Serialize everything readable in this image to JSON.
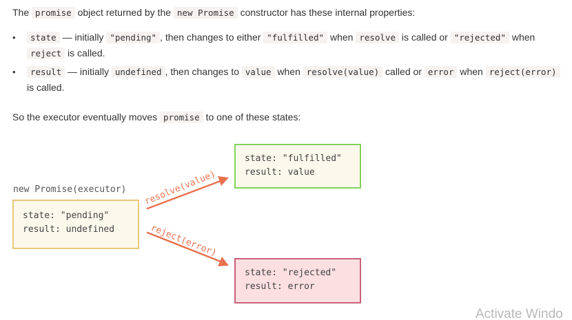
{
  "intro": {
    "t1": "The ",
    "c1": "promise",
    "t2": " object returned by the ",
    "c2": "new Promise",
    "t3": " constructor has these internal properties:"
  },
  "bullets": [
    {
      "c1": "state",
      "t1": " — initially ",
      "c2": "\"pending\"",
      "t2": ", then changes to either ",
      "c3": "\"fulfilled\"",
      "t3": " when ",
      "c4": "resolve",
      "t4": " is called or ",
      "c5": "\"rejected\"",
      "t5": " when ",
      "c6": "reject",
      "t6": " is called."
    },
    {
      "c1": "result",
      "t1": " — initially ",
      "c2": "undefined",
      "t2": ", then changes to ",
      "c3": "value",
      "t3": " when ",
      "c4": "resolve(value)",
      "t4": " called or ",
      "c5": "error",
      "t5": " when ",
      "c6": "reject(error)",
      "t6": " is called."
    }
  ],
  "bullet_symbol": "•",
  "summary": {
    "t1": "So the executor eventually moves ",
    "c1": "promise",
    "t2": " to one of these states:"
  },
  "diagram": {
    "caption": "new Promise(executor)",
    "pending": {
      "state": "state: \"pending\"",
      "result": "result: undefined"
    },
    "fulfilled": {
      "state": "state: \"fulfilled\"",
      "result": "result: value"
    },
    "rejected": {
      "state": "state: \"rejected\"",
      "result": "result: error"
    },
    "resolve_label": "resolve(value)",
    "reject_label": "reject(error)",
    "arrow_color": "#e8724f"
  },
  "watermark": "Activate Windo"
}
